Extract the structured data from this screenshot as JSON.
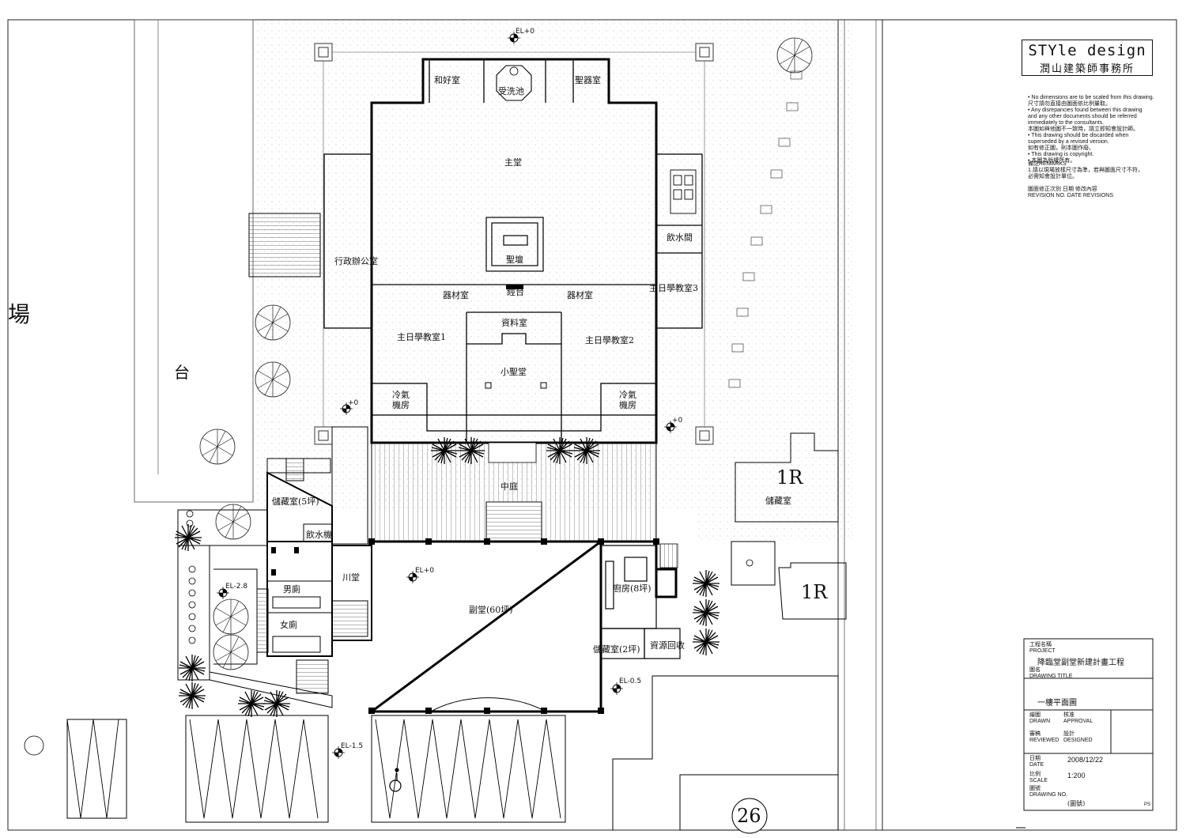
{
  "title_block": {
    "brand_name": "STYle design",
    "brand_firm": "潤山建築師事務所",
    "notes": [
      "• No dimensions are to be scaled from this drawing.",
      "  尺寸請勿直接由圖面依比例量取。",
      "• Any disrepancies found between this drawing",
      "  and any other documents should be referred",
      "  immediately to the consultants.",
      "  本圖如與他圖不一致時，請立即知會設計師。",
      "• This drawing should be discarded when",
      "  superseded by a revised version.",
      "  如有修正圖，則本圖作廢。",
      "• This drawing is copyright.",
      "• 本圖為版權所有。"
    ],
    "remarks_title": "備註REMARKS",
    "remarks": [
      "1.請以現場放樣尺寸為準，若與圖面尺寸不符，",
      "  必需知會設計單位。"
    ],
    "revision_header_zh": "圖面修正次別   日期     修改內容",
    "revision_header_en": "REVISION NO.  DATE     REVISIONS",
    "project_label_zh": "工程名稱",
    "project_label_en": "PROJECT",
    "project_name": "降臨堂副堂新建計畫工程",
    "drawing_title_label_zh": "圖名",
    "drawing_title_label_en": "DRAWING TITLE",
    "drawing_title": "一樓平面圖",
    "drawn_zh": "繪圖",
    "drawn_en": "DRAWN",
    "approval_zh": "核准",
    "approval_en": "APPROVAL",
    "reviewed_zh": "審稿",
    "reviewed_en": "REVIEWED",
    "designed_zh": "設計",
    "designed_en": "DESIGNED",
    "date_zh": "日期",
    "date_en": "DATE",
    "date_value": "2008/12/22",
    "scale_zh": "比例",
    "scale_en": "SCALE",
    "scale_value": "1:200",
    "drawing_no_zh": "圖號",
    "drawing_no_en": "DRAWING NO.",
    "drawing_no_value": "(圖號)",
    "sheet_code": "PS"
  },
  "rooms": {
    "peace_room": "和好室",
    "baptism_pool": "受洗池",
    "vestry": "聖器室",
    "main_hall": "主堂",
    "altar": "聖壇",
    "admin_office": "行政辦公室",
    "water_room": "飲水間",
    "scripture_stage": "經台",
    "equipment_left": "器材室",
    "equipment_right": "器材室",
    "sunday_school_3": "主日學教室3",
    "archive": "資料室",
    "sunday_school_1": "主日學教室1",
    "sunday_school_2": "主日學教室2",
    "small_chapel": "小聖堂",
    "ac_room_left": "冷氣機房",
    "ac_room_right": "冷氣機房",
    "courtyard": "中庭",
    "storage_5": "儲藏室(5坪)",
    "water_dispenser": "飲水機",
    "lobby": "川堂",
    "mens_toilet": "男廁",
    "womens_toilet": "女廁",
    "secondary_hall": "副堂(60坪)",
    "kitchen": "廚房(8坪)",
    "storage_2": "儲藏室(2坪)",
    "recycling": "資源回收",
    "storage_1r": "儲藏室",
    "building_1r_a": "1R",
    "building_1r_b": "1R",
    "lot_number": "26",
    "plaza_char_1": "場",
    "plaza_char_2": "台"
  },
  "elevations": {
    "top": "EL+0",
    "left": "+0",
    "right": "+0",
    "hall": "EL+0",
    "west": "EL-2.8",
    "southeast": "EL-0.5",
    "south": "EL-1.5"
  }
}
